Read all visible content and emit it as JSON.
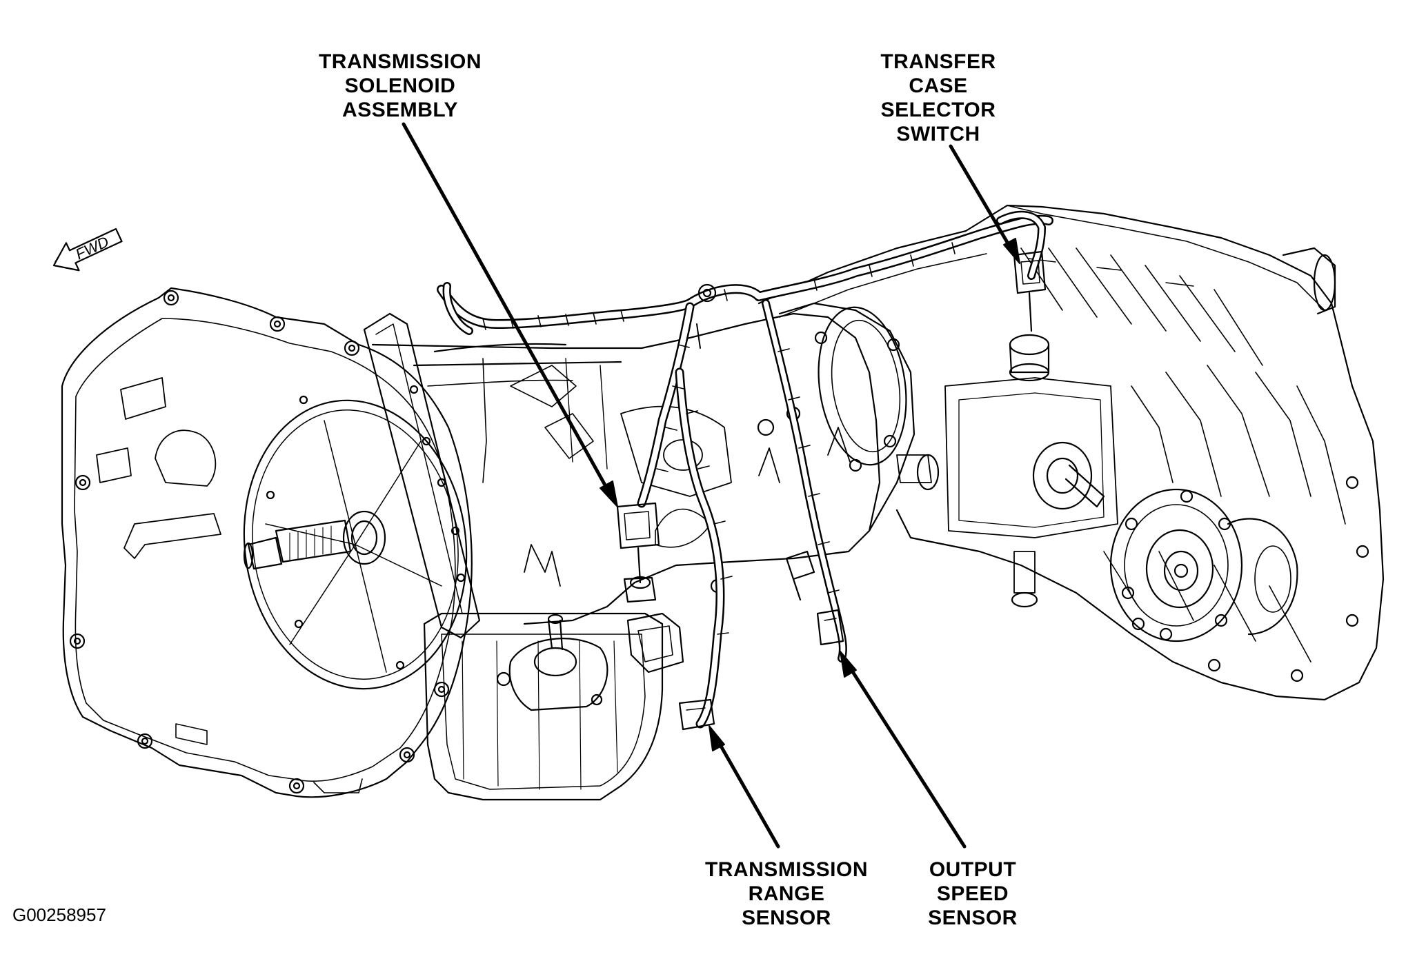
{
  "colors": {
    "line": "#000000",
    "background": "#ffffff"
  },
  "icons": [
    "fwd-arrow-icon"
  ],
  "fwd_arrow": {
    "text": "FWD"
  },
  "labels": {
    "transmission_solenoid_assembly": [
      "TRANSMISSION",
      "SOLENOID",
      "ASSEMBLY"
    ],
    "transfer_case_selector_switch": [
      "TRANSFER",
      "CASE",
      "SELECTOR",
      "SWITCH"
    ],
    "transmission_range_sensor": [
      "TRANSMISSION",
      "RANGE",
      "SENSOR"
    ],
    "output_speed_sensor": [
      "OUTPUT",
      "SPEED",
      "SENSOR"
    ]
  },
  "figure_id": "G00258957"
}
